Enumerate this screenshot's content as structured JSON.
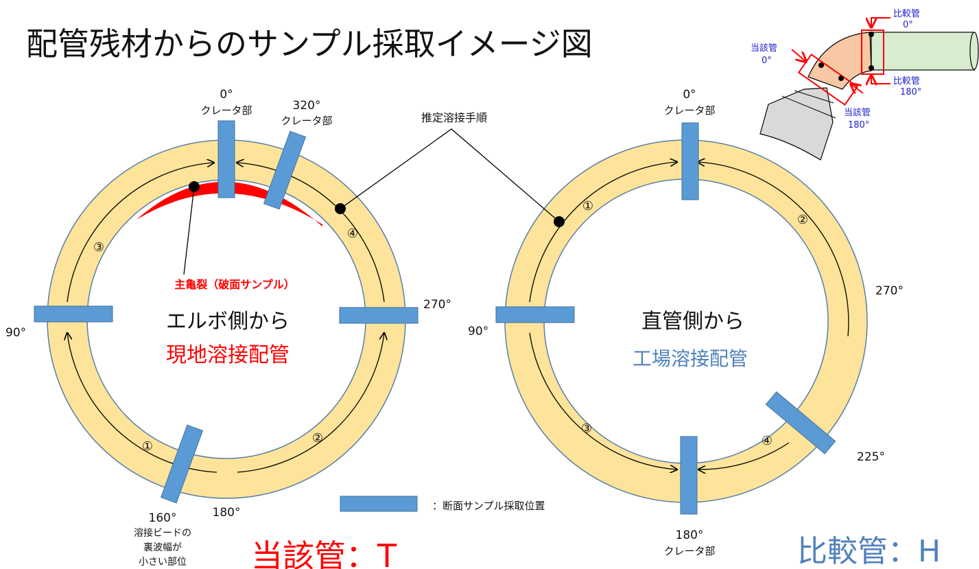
{
  "title": "配管残材からのサンプル採取イメージ図",
  "left": {
    "center_label": "エルボ側から",
    "sub_label": "現地溶接配管",
    "crack_label": "主亀裂（破面サンプル）",
    "deg_0": "0°",
    "deg_0_note": "クレータ部",
    "deg_320": "320°",
    "deg_320_note": "クレータ部",
    "deg_90": "90°",
    "deg_270": "270°",
    "deg_160": "160°",
    "deg_160_note1": "溶接ビードの",
    "deg_160_note2": "裏波幅が",
    "deg_160_note3": "小さい部位",
    "deg_180": "180°",
    "seq_1": "①",
    "seq_2": "②",
    "seq_3": "③",
    "seq_4": "④",
    "bottom_label": "当該管：T"
  },
  "right": {
    "center_label": "直管側から",
    "sub_label": "工場溶接配管",
    "deg_0": "0°",
    "deg_0_note": "クレータ部",
    "deg_90": "90°",
    "deg_270": "270°",
    "deg_225": "225°",
    "deg_180": "180°",
    "deg_180_note": "クレータ部",
    "seq_1": "①",
    "seq_2": "②",
    "seq_3": "③",
    "seq_4": "④",
    "bottom_label": "比較管：H"
  },
  "weld_sequence_label": "推定溶接手順",
  "legend_label": "：断面サンプル採取位置",
  "inset": {
    "comp_0": "比較管",
    "comp_0_deg": "0°",
    "comp_180": "比較管",
    "comp_180_deg": "180°",
    "target_0": "当該管",
    "target_0_deg": "0°",
    "target_180": "当該管",
    "target_180_deg": "180°"
  },
  "colors": {
    "ring": "#fde49a",
    "ring_stroke": "#5a7ea8",
    "sample_bar": "#5b9bd5",
    "crack": "#ff0000",
    "red_text": "#ff0000",
    "blue_text": "#4f81bd",
    "inset_blue": "#1f1fcc",
    "elbow": "#f8c7a4",
    "pipe": "#d8ecd0",
    "gray_pipe": "#d9d9d9"
  }
}
